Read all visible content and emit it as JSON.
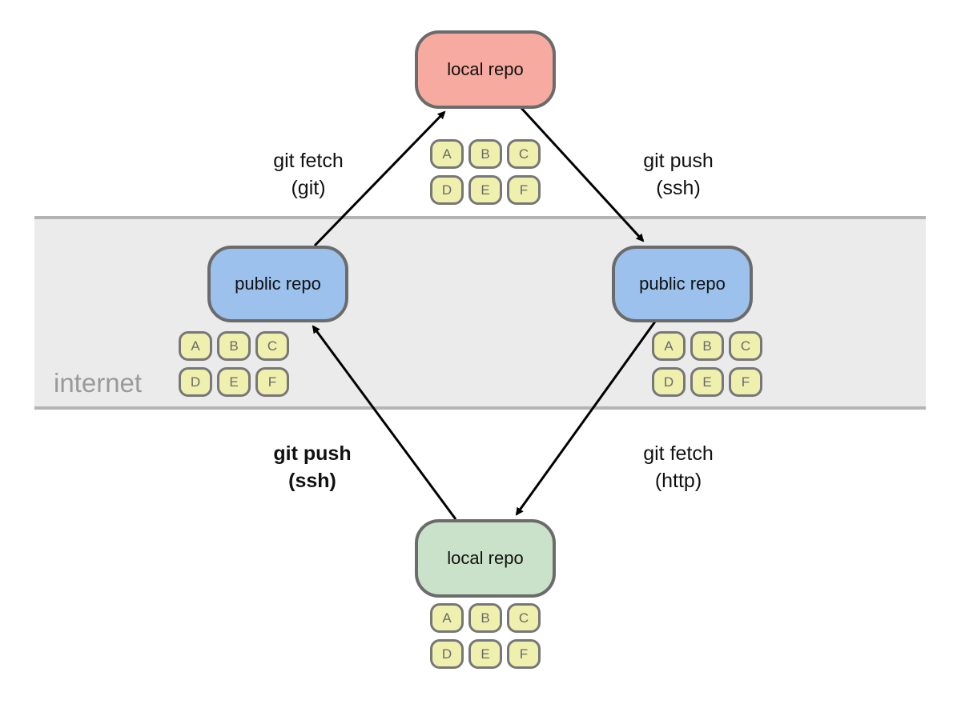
{
  "colors": {
    "band_fill": "#ebebeb",
    "band_line": "#b4b4b4",
    "top_local_fill": "#f7aaa0",
    "public_fill": "#9bc1ec",
    "bottom_local_fill": "#cae2c9",
    "chip_fill": "#efefae",
    "outline": "#6b6b6b"
  },
  "zone": {
    "label": "internet"
  },
  "repos": {
    "top_local": "local repo",
    "public_left": "public repo",
    "public_right": "public repo",
    "bottom_local": "local repo"
  },
  "commits": [
    "A",
    "B",
    "C",
    "D",
    "E",
    "F"
  ],
  "edges": {
    "top_left": {
      "line1": "git fetch",
      "line2": "(git)"
    },
    "top_right": {
      "line1": "git push",
      "line2": "(ssh)"
    },
    "bottom_left": {
      "line1": "git push",
      "line2": "(ssh)"
    },
    "bottom_right": {
      "line1": "git fetch",
      "line2": "(http)"
    }
  }
}
